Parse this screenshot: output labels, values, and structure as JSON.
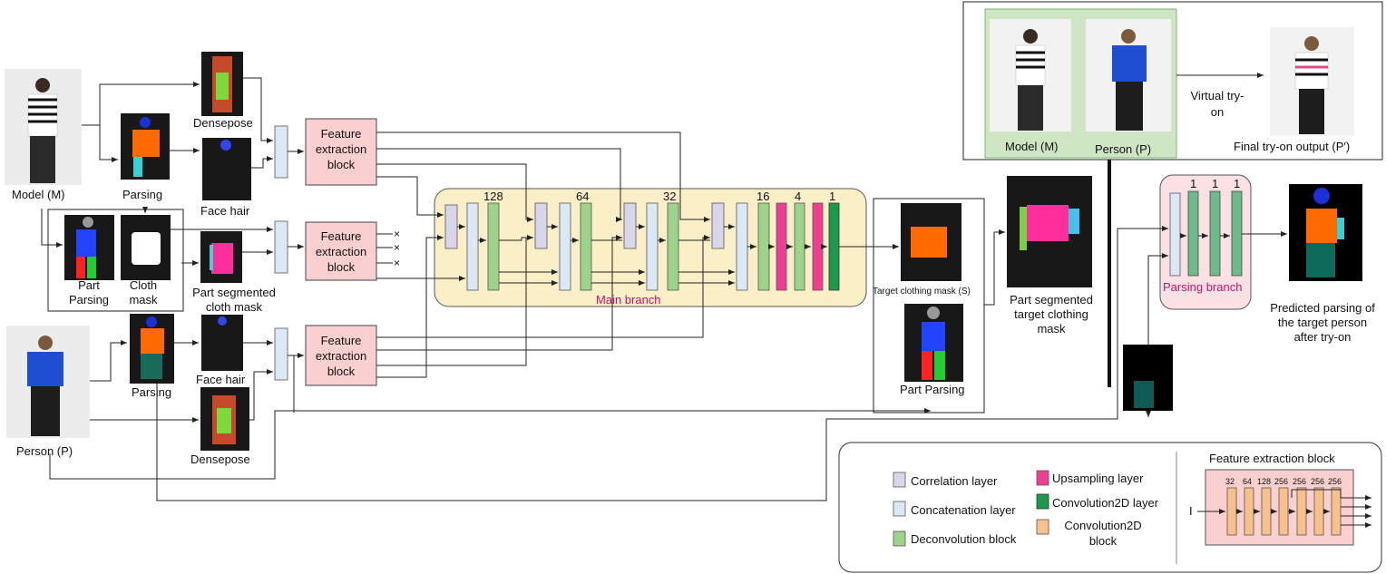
{
  "labels": {
    "model": "Model (M)",
    "parsing_model": "Parsing",
    "densepose_model": "Densepose",
    "face_hair_model": "Face hair",
    "part_parsing": "Part Parsing",
    "cloth_mask": "Cloth mask",
    "part_segmented_cloth_mask": "Part segmented cloth mask",
    "person": "Person (P)",
    "parsing_person": "Parsing",
    "face_hair_person": "Face hair",
    "densepose_person": "Densepose",
    "feature_extraction_block": "Feature extraction block",
    "main_branch": "Main branch",
    "target_clothing_mask": "Target clothing mask (S)",
    "part_parsing_target": "Part Parsing",
    "part_segmented_target_clothing_mask": "Part segmented target clothing mask",
    "parsing_branch": "Parsing branch",
    "predicted_parsing": "Predicted parsing of the target person after try-on",
    "virtual_tryon": "Virtual try-on",
    "inset_model": "Model (M)",
    "inset_person": "Person (P)",
    "final_output": "Final try-on output (P′)"
  },
  "main_branch_channels": [
    "128",
    "64",
    "32",
    "16",
    "4",
    "1"
  ],
  "parsing_branch_channels": [
    "1",
    "1",
    "1"
  ],
  "legend": {
    "correlation": "Correlation layer",
    "concatenation": "Concatenation layer",
    "deconvolution": "Deconvolution block",
    "upsampling": "Upsampling layer",
    "convolution2d_layer": "Convolution2D layer",
    "convolution2d_block": "Convolution2D block",
    "feb_title": "Feature extraction block",
    "feb_channels": [
      "32",
      "64",
      "128",
      "256",
      "256",
      "256",
      "256"
    ],
    "feb_input": "I"
  },
  "colors": {
    "feature_block": "#f9cfcf",
    "main_branch_bg": "#fbefc8",
    "parsing_branch_bg": "#fbe0e4",
    "inset_bg": "#cfe6c4",
    "correlation": "#d8d6ea",
    "concatenation": "#dde8f6",
    "deconvolution": "#9ed38a",
    "convolution2d_layer": "#1a9a4a",
    "upsampling": "#ef3f94",
    "convolution2d_block": "#f8c08a"
  }
}
